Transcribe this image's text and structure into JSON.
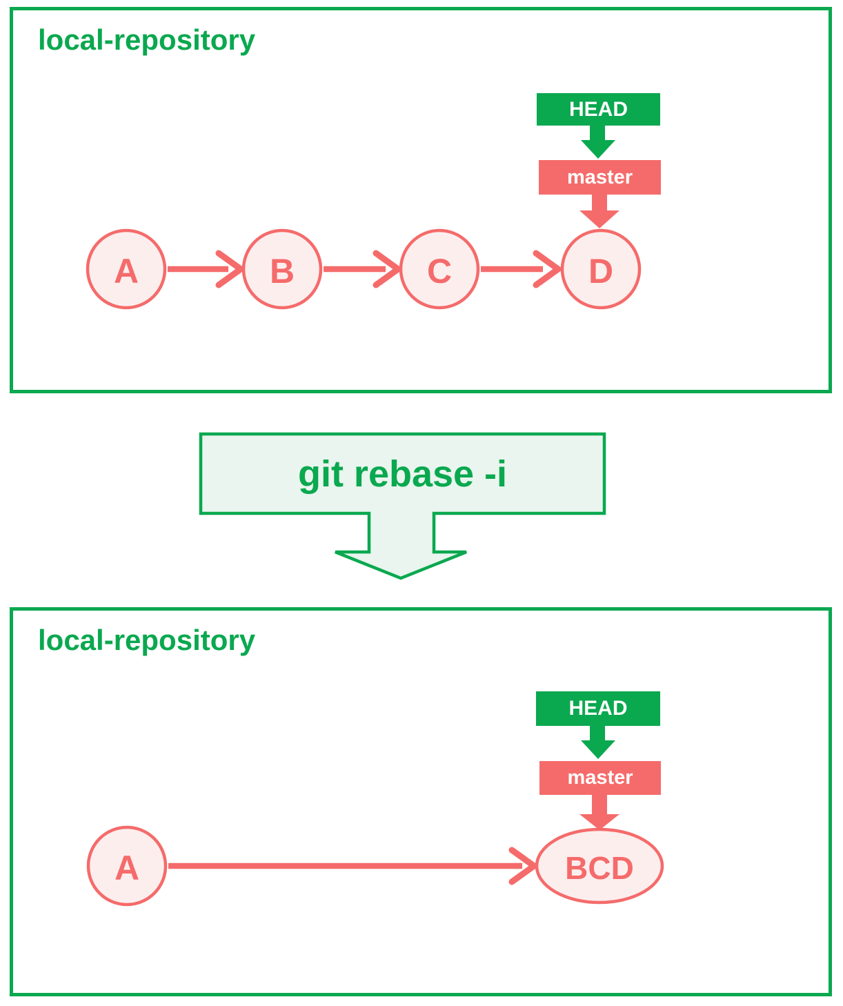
{
  "colors": {
    "green": "#0aa84f",
    "green_fill_light": "#e9f5ee",
    "red": "#f56b6b",
    "red_fill_light": "#fdeeee",
    "badge_text": "#ffffff",
    "background": "#ffffff"
  },
  "panel_top": {
    "title": "local-repository",
    "head_label": "HEAD",
    "branch_label": "master",
    "commits": [
      "A",
      "B",
      "C",
      "D"
    ]
  },
  "transform": {
    "command": "git rebase -i"
  },
  "panel_bottom": {
    "title": "local-repository",
    "head_label": "HEAD",
    "branch_label": "master",
    "commits": [
      "A",
      "BCD"
    ]
  }
}
